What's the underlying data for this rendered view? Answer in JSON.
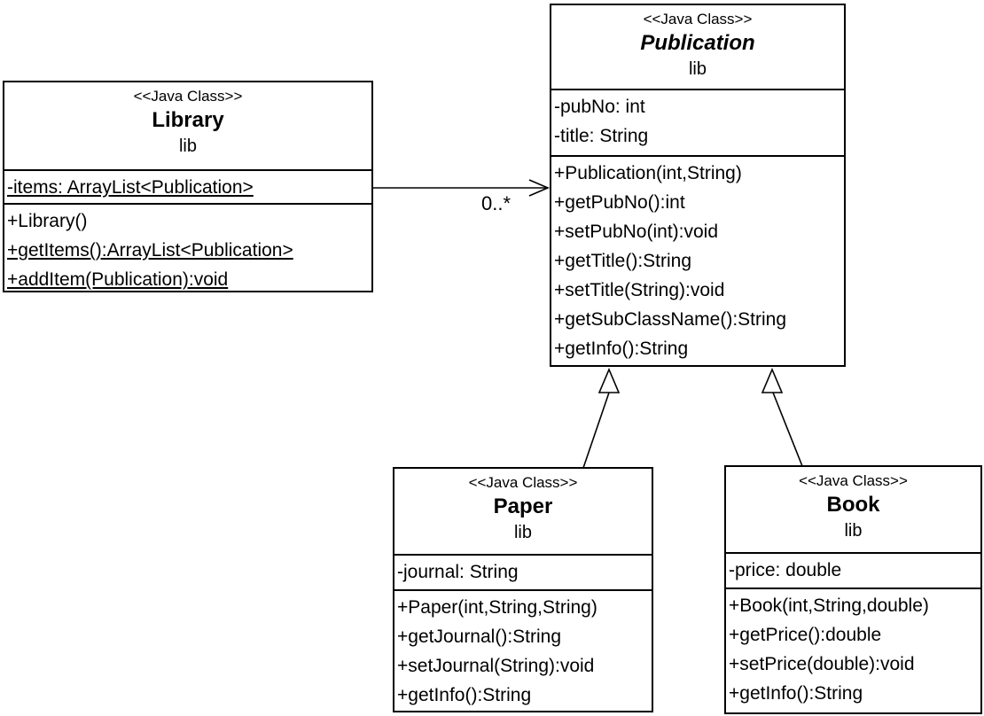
{
  "diagram": {
    "kind": "uml-class-diagram",
    "colors": {
      "line": "#000000",
      "fill": "#ffffff",
      "text": "#000000"
    }
  },
  "classes": {
    "library": {
      "stereotype": "<<Java Class>>",
      "name": "Library",
      "abstract": false,
      "package": "lib",
      "attributes": [
        {
          "text": "-items: ArrayList<Publication>",
          "underline": true
        }
      ],
      "methods": [
        {
          "text": "+Library()",
          "underline": false
        },
        {
          "text": "+getItems():ArrayList<Publication>",
          "underline": true
        },
        {
          "text": "+addItem(Publication):void",
          "underline": true
        }
      ]
    },
    "publication": {
      "stereotype": "<<Java Class>>",
      "name": "Publication",
      "abstract": true,
      "package": "lib",
      "attributes": [
        {
          "text": "-pubNo: int",
          "underline": false
        },
        {
          "text": "-title: String",
          "underline": false
        }
      ],
      "methods": [
        {
          "text": "+Publication(int,String)",
          "underline": false
        },
        {
          "text": "+getPubNo():int",
          "underline": false
        },
        {
          "text": "+setPubNo(int):void",
          "underline": false
        },
        {
          "text": "+getTitle():String",
          "underline": false
        },
        {
          "text": "+setTitle(String):void",
          "underline": false
        },
        {
          "text": "+getSubClassName():String",
          "underline": false
        },
        {
          "text": "+getInfo():String",
          "underline": false
        }
      ]
    },
    "paper": {
      "stereotype": "<<Java Class>>",
      "name": "Paper",
      "abstract": false,
      "package": "lib",
      "attributes": [
        {
          "text": "-journal: String",
          "underline": false
        }
      ],
      "methods": [
        {
          "text": "+Paper(int,String,String)",
          "underline": false
        },
        {
          "text": "+getJournal():String",
          "underline": false
        },
        {
          "text": "+setJournal(String):void",
          "underline": false
        },
        {
          "text": "+getInfo():String",
          "underline": false
        }
      ]
    },
    "book": {
      "stereotype": "<<Java Class>>",
      "name": "Book",
      "abstract": false,
      "package": "lib",
      "attributes": [
        {
          "text": "-price: double",
          "underline": false
        }
      ],
      "methods": [
        {
          "text": "+Book(int,String,double)",
          "underline": false
        },
        {
          "text": "+getPrice():double",
          "underline": false
        },
        {
          "text": "+setPrice(double):void",
          "underline": false
        },
        {
          "text": "+getInfo():String",
          "underline": false
        }
      ]
    }
  },
  "relationships": {
    "association": {
      "type": "association",
      "from": "Library",
      "to": "Publication",
      "label": "0..*"
    },
    "paper_extends": {
      "type": "generalization",
      "from": "Paper",
      "to": "Publication"
    },
    "book_extends": {
      "type": "generalization",
      "from": "Book",
      "to": "Publication"
    }
  }
}
